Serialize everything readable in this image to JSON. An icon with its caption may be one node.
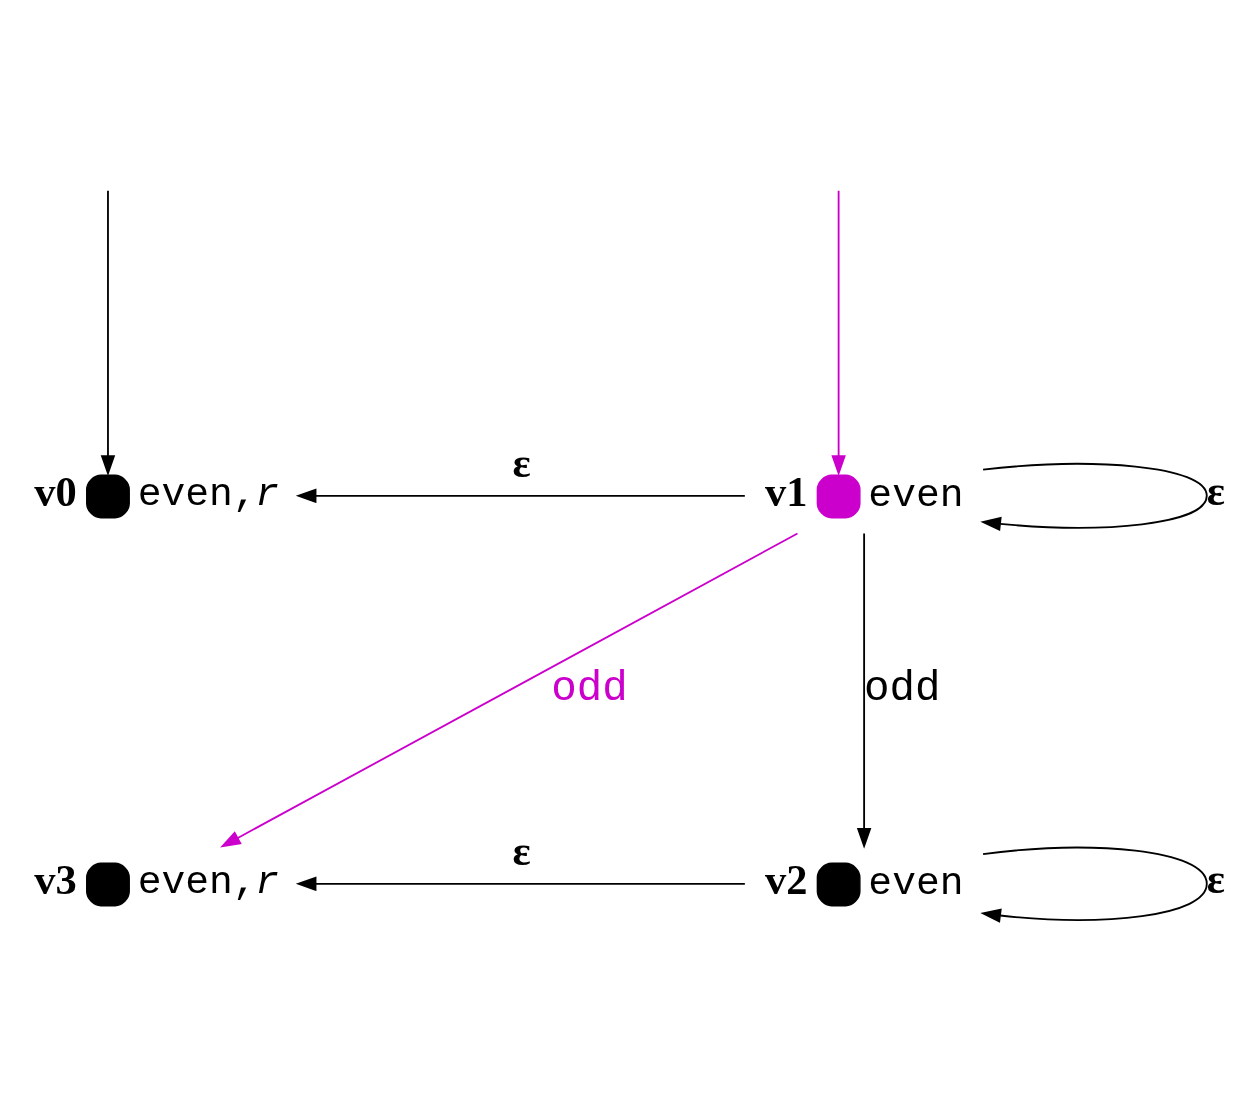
{
  "diagram": {
    "nodes": [
      {
        "text": [
          "v0"
        ],
        "beside": [
          "even,*r*"
        ]
      },
      {
        "text": [
          "v1"
        ],
        "beside": [
          "even"
        ]
      },
      {
        "text": [
          "v2"
        ],
        "beside": [
          "even"
        ]
      },
      {
        "text": [
          "v3"
        ],
        "beside": [
          "even,*r*"
        ]
      }
    ],
    "edges": [
      {
        "from": null,
        "to": 0,
        "arrow": "to"
      },
      {
        "from": null,
        "to": 1,
        "arrow": "to",
        "color": "#cc00cc"
      },
      {
        "from": 1,
        "to": 0,
        "arrow": "to",
        "label": "ε"
      },
      {
        "from": 1,
        "to": 1,
        "arrow": "to",
        "label": "ε"
      },
      {
        "from": 1,
        "to": 3,
        "arrow": "to",
        "label": "odd",
        "color": "#cc00cc"
      },
      {
        "from": 1,
        "to": 2,
        "arrow": "to",
        "label": "odd"
      },
      {
        "from": 2,
        "to": 2,
        "arrow": "to",
        "label": "ε"
      },
      {
        "from": 2,
        "to": 3,
        "arrow": "to",
        "label": "ε"
      }
    ]
  }
}
